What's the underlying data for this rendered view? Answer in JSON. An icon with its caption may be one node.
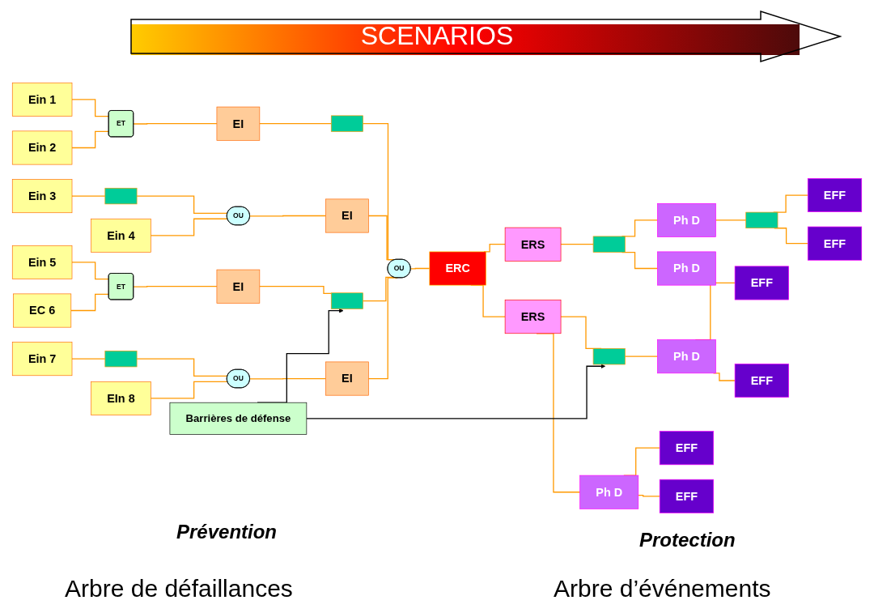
{
  "diagram": {
    "nodes": [
      {
        "text": [
          "Ein 1"
        ]
      },
      {
        "text": [
          "Ein 2"
        ]
      },
      {
        "text": [
          "ET"
        ]
      },
      {
        "text": [
          "EI"
        ]
      },
      {
        "text": [],
        "shape": "bar"
      },
      {
        "text": [
          "Ein 3"
        ]
      },
      {
        "text": [],
        "shape": "bar"
      },
      {
        "text": [
          "Ein 4"
        ]
      },
      {
        "text": [
          "OU"
        ]
      },
      {
        "text": [
          "EI"
        ]
      },
      {
        "text": [
          "Ein 5"
        ]
      },
      {
        "text": [
          "EC 6"
        ]
      },
      {
        "text": [
          "ET"
        ]
      },
      {
        "text": [
          "EI"
        ]
      },
      {
        "text": [],
        "shape": "bar"
      },
      {
        "text": [
          "Ein 7"
        ]
      },
      {
        "text": [],
        "shape": "bar"
      },
      {
        "text": [
          "EIn 8"
        ]
      },
      {
        "text": [
          "OU"
        ]
      },
      {
        "text": [
          "EI"
        ]
      },
      {
        "text": [
          "OU"
        ]
      },
      {
        "text": [
          "ERC"
        ]
      },
      {
        "text": [
          "ERS"
        ]
      },
      {
        "text": [],
        "shape": "bar"
      },
      {
        "text": [
          "Ph D"
        ]
      },
      {
        "text": [],
        "shape": "bar"
      },
      {
        "text": [
          "EFF"
        ]
      },
      {
        "text": [
          "EFF"
        ]
      },
      {
        "text": [
          "Ph D"
        ]
      },
      {
        "text": [
          "ERS"
        ]
      },
      {
        "text": [],
        "shape": "bar"
      },
      {
        "text": [
          "Ph D"
        ]
      },
      {
        "text": [
          "EFF"
        ]
      },
      {
        "text": [
          "EFF"
        ]
      },
      {
        "text": [
          "Ph D"
        ]
      },
      {
        "text": [
          "EFF"
        ]
      },
      {
        "text": [
          "EFF"
        ]
      },
      {
        "text": [
          "Barrières de défense"
        ]
      }
    ],
    "edges": [
      {
        "from": 0,
        "to": 2,
        "arrow": "none"
      },
      {
        "from": 1,
        "to": 2,
        "arrow": "none"
      },
      {
        "from": 2,
        "to": 3,
        "arrow": "none"
      },
      {
        "from": 3,
        "to": 4,
        "arrow": "none"
      },
      {
        "from": 4,
        "to": 20,
        "arrow": "none"
      },
      {
        "from": 5,
        "to": 6,
        "arrow": "none"
      },
      {
        "from": 6,
        "to": 8,
        "arrow": "none"
      },
      {
        "from": 7,
        "to": 8,
        "arrow": "none"
      },
      {
        "from": 8,
        "to": 9,
        "arrow": "none"
      },
      {
        "from": 9,
        "to": 20,
        "arrow": "none"
      },
      {
        "from": 10,
        "to": 12,
        "arrow": "none"
      },
      {
        "from": 11,
        "to": 12,
        "arrow": "none"
      },
      {
        "from": 12,
        "to": 13,
        "arrow": "none"
      },
      {
        "from": 13,
        "to": 14,
        "arrow": "none"
      },
      {
        "from": 14,
        "to": 20,
        "arrow": "none"
      },
      {
        "from": 15,
        "to": 16,
        "arrow": "none"
      },
      {
        "from": 16,
        "to": 18,
        "arrow": "none"
      },
      {
        "from": 17,
        "to": 18,
        "arrow": "none"
      },
      {
        "from": 18,
        "to": 19,
        "arrow": "none"
      },
      {
        "from": 19,
        "to": 20,
        "arrow": "none"
      },
      {
        "from": 20,
        "to": 21,
        "arrow": "none"
      },
      {
        "from": 21,
        "to": 22,
        "arrow": "none"
      },
      {
        "from": 21,
        "to": 29,
        "arrow": "none"
      },
      {
        "from": 22,
        "to": 23,
        "arrow": "none"
      },
      {
        "from": 23,
        "to": 24,
        "arrow": "none"
      },
      {
        "from": 23,
        "to": 28,
        "arrow": "none"
      },
      {
        "from": 24,
        "to": 25,
        "arrow": "none"
      },
      {
        "from": 25,
        "to": 26,
        "arrow": "none"
      },
      {
        "from": 25,
        "to": 27,
        "arrow": "none"
      },
      {
        "from": 29,
        "to": 30,
        "arrow": "none"
      },
      {
        "from": 30,
        "to": 31,
        "arrow": "none"
      },
      {
        "from": 29,
        "to": 34,
        "arrow": "none"
      },
      {
        "from": 31,
        "to": 32,
        "arrow": "none"
      },
      {
        "from": 31,
        "to": 33,
        "arrow": "none"
      },
      {
        "from": 34,
        "to": 35,
        "arrow": "none"
      },
      {
        "from": 34,
        "to": 36,
        "arrow": "none"
      },
      {
        "from": 37,
        "to": 14,
        "arrow": "to",
        "color": "#000000"
      },
      {
        "from": 37,
        "to": 30,
        "arrow": "to",
        "color": "#000000"
      }
    ],
    "labels": [
      "SCENARIOS",
      "Prévention",
      "Protection",
      "Arbre de défaillances",
      "Arbre d’événements"
    ]
  }
}
